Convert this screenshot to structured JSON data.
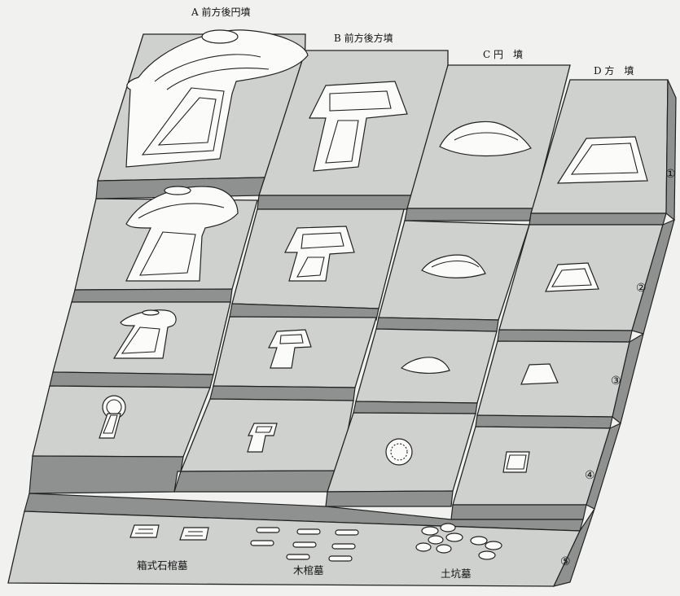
{
  "columns": {
    "a": "A  前方後円墳",
    "b": "B  前方後方墳",
    "c": "C 円　墳",
    "d": "D 方　墳"
  },
  "tiers": [
    "①",
    "②",
    "③",
    "④",
    "⑤"
  ],
  "bottom_labels": {
    "box_stone_coffin": "箱式石棺墓",
    "wooden_coffin": "木棺墓",
    "earthen_pit": "土坑墓"
  }
}
